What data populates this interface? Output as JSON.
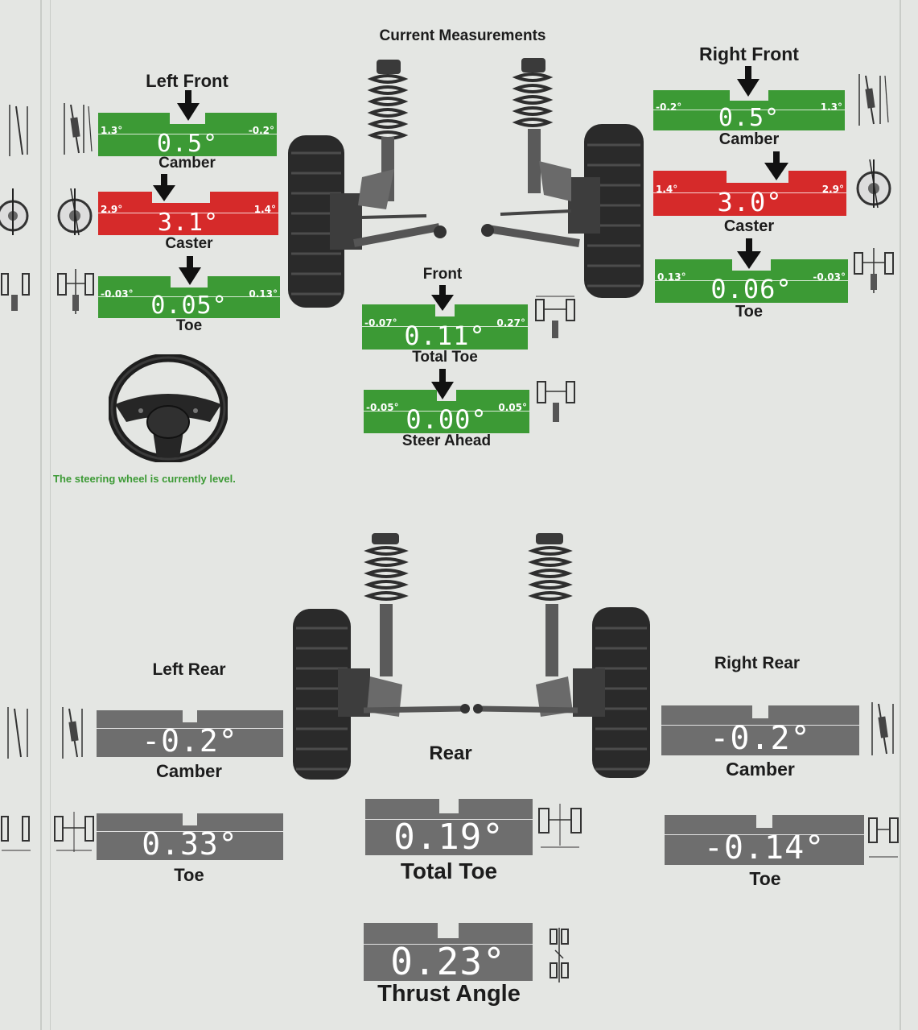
{
  "page_title": "Current Measurements",
  "colors": {
    "ok": "#3c9a35",
    "bad": "#d62a2a",
    "neutral": "#6e6e6e",
    "bg": "#e4e6e3"
  },
  "left_front": {
    "title": "Left Front",
    "camber": {
      "label": "Camber",
      "min": "1.3°",
      "max": "-0.2°",
      "value": "0.5°",
      "status": "ok"
    },
    "caster": {
      "label": "Caster",
      "min": "2.9°",
      "max": "1.4°",
      "value": "3.1°",
      "status": "bad"
    },
    "toe": {
      "label": "Toe",
      "min": "-0.03°",
      "max": "0.13°",
      "value": "0.05°",
      "status": "ok"
    }
  },
  "right_front": {
    "title": "Right Front",
    "camber": {
      "label": "Camber",
      "min": "-0.2°",
      "max": "1.3°",
      "value": "0.5°",
      "status": "ok"
    },
    "caster": {
      "label": "Caster",
      "min": "1.4°",
      "max": "2.9°",
      "value": "3.0°",
      "status": "bad"
    },
    "toe": {
      "label": "Toe",
      "min": "0.13°",
      "max": "-0.03°",
      "value": "0.06°",
      "status": "ok"
    }
  },
  "front": {
    "title": "Front",
    "total_toe": {
      "label": "Total Toe",
      "min": "-0.07°",
      "max": "0.27°",
      "value": "0.11°",
      "status": "ok"
    },
    "steer_ahead": {
      "label": "Steer Ahead",
      "min": "-0.05°",
      "max": "0.05°",
      "value": "0.00°",
      "status": "ok"
    }
  },
  "steering": {
    "message": "The steering wheel is currently level."
  },
  "left_rear": {
    "title": "Left Rear",
    "camber": {
      "label": "Camber",
      "value": "-0.2°"
    },
    "toe": {
      "label": "Toe",
      "value": "0.33°"
    }
  },
  "right_rear": {
    "title": "Right Rear",
    "camber": {
      "label": "Camber",
      "value": "-0.2°"
    },
    "toe": {
      "label": "Toe",
      "value": "-0.14°"
    }
  },
  "rear": {
    "title": "Rear",
    "total_toe": {
      "label": "Total Toe",
      "value": "0.19°"
    },
    "thrust_angle": {
      "label": "Thrust Angle",
      "value": "0.23°"
    }
  }
}
